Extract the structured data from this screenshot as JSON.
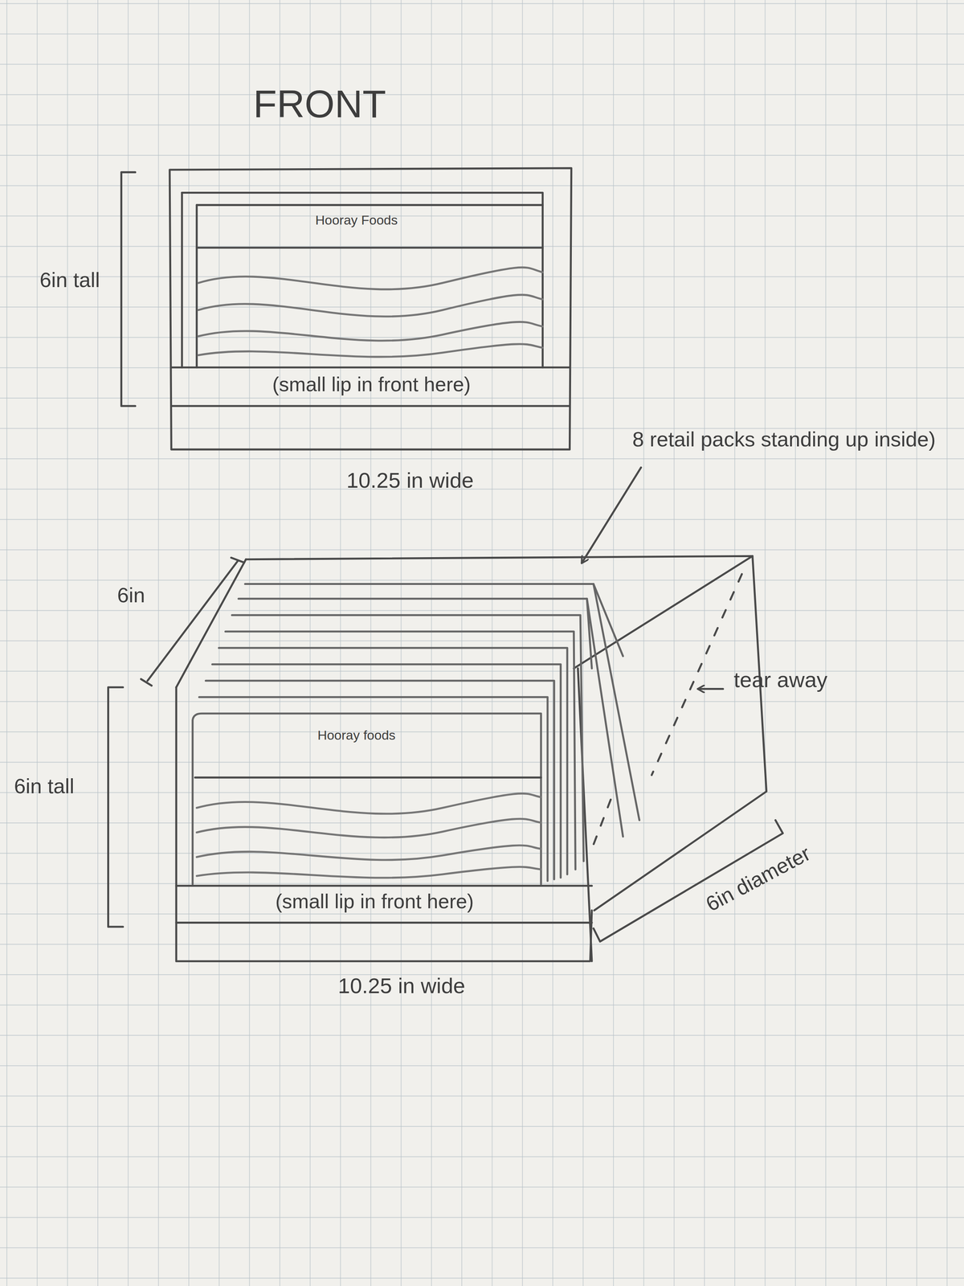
{
  "diagram": {
    "title": "FRONT",
    "labels": [
      "6in tall",
      "Hooray Foods",
      "(small lip in front here)",
      "10.25 in wide",
      "8 retail packs standing up inside)",
      "6in",
      "6in tall",
      "Hooray foods",
      "tear away",
      "(small lip in front here)",
      "6in diameter",
      "10.25 in wide"
    ]
  }
}
